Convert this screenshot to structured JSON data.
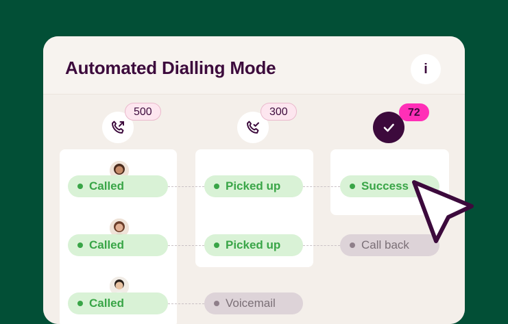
{
  "card": {
    "title": "Automated Dialling Mode",
    "info_label": "i"
  },
  "stages": [
    {
      "icon": "phone-outgoing-icon",
      "count": "500"
    },
    {
      "icon": "phone-check-icon",
      "count": "300"
    },
    {
      "icon": "checkmark-icon",
      "count": "72"
    }
  ],
  "rows": [
    {
      "status": "Called",
      "picked": "Picked up",
      "outcome": "Success"
    },
    {
      "status": "Called",
      "picked": "Picked up",
      "outcome": "Call back"
    },
    {
      "status": "Called",
      "picked": "Voicemail"
    }
  ],
  "colors": {
    "background": "#024f36",
    "title": "#3c0a3c",
    "success_green": "#39a547",
    "hot_badge": "#ff2fb7"
  }
}
